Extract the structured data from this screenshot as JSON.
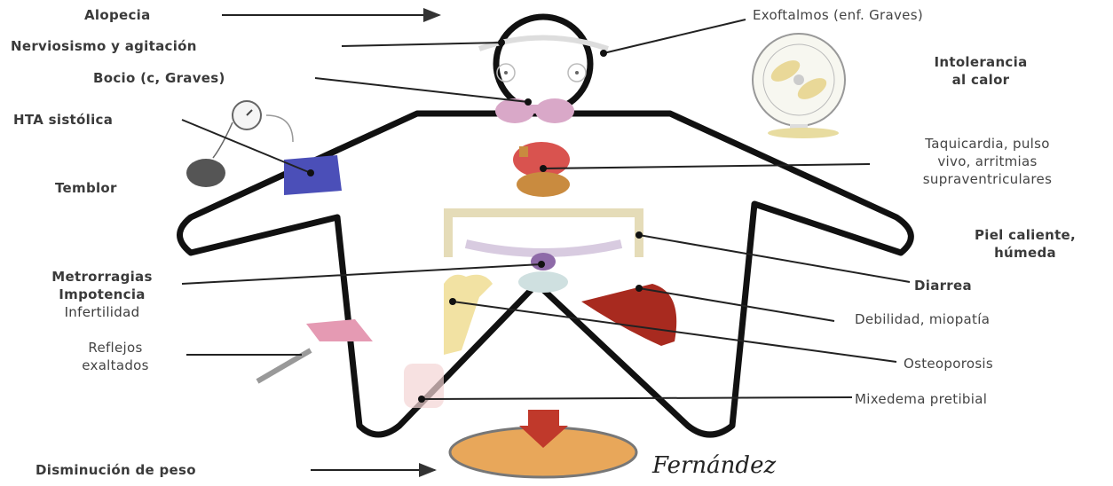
{
  "labels": {
    "alopecia": "Alopecia",
    "nerviosismo": "Nerviosismo y agitación",
    "bocio": "Bocio (c, Graves)",
    "hta": "HTA sistólica",
    "temblor": "Temblor",
    "metrorragias": [
      "Metrorragias",
      "Impotencia",
      "Infertilidad"
    ],
    "reflejos": [
      "Reflejos",
      "exaltados"
    ],
    "disminucion": "Disminución de peso",
    "exoftalmos": "Exoftalmos (enf. Graves)",
    "intolerancia": [
      "Intolerancia",
      "al calor"
    ],
    "taquicardia": [
      "Taquicardia, pulso",
      "vivo, arritmias",
      "supraventriculares"
    ],
    "piel": [
      "Piel caliente,",
      "húmeda"
    ],
    "diarrea": "Diarrea",
    "debilidad": "Debilidad, miopatía",
    "osteoporosis": "Osteoporosis",
    "mixedema": "Mixedema pretibial"
  },
  "signature": "Fernández"
}
